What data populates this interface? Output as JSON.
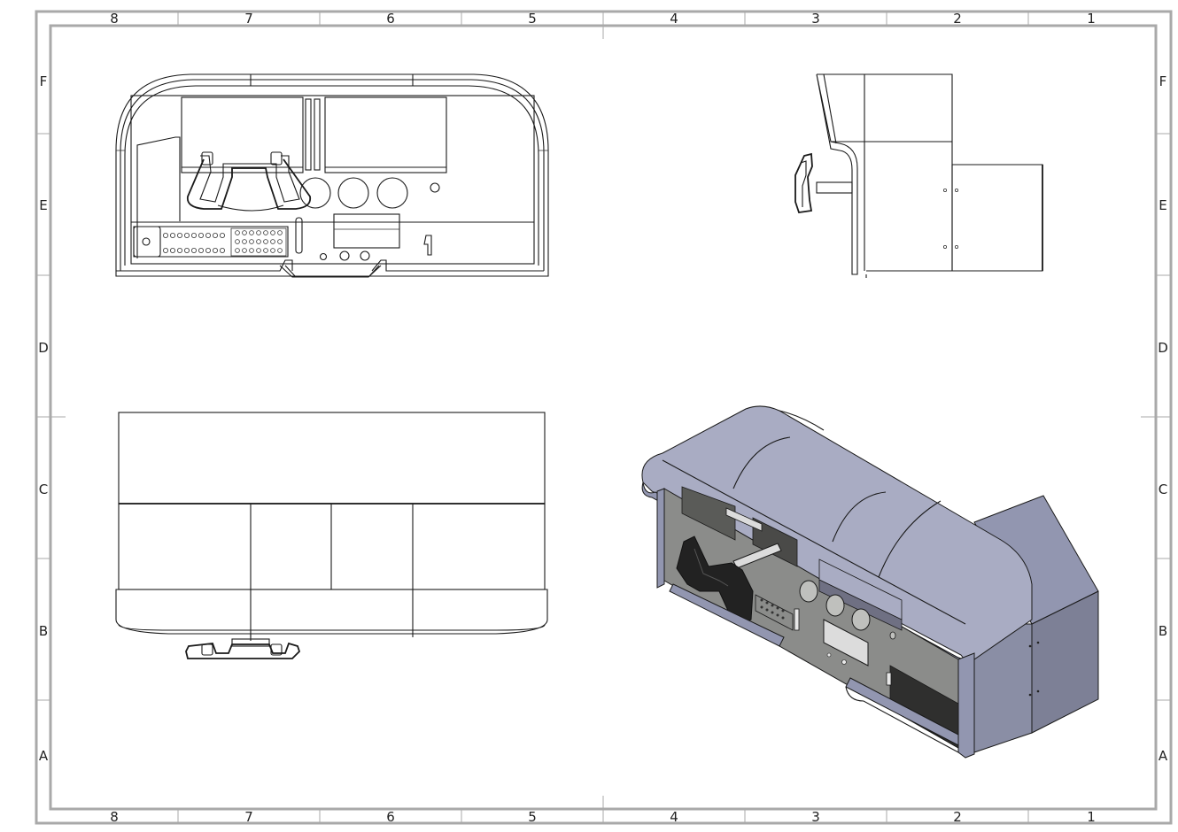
{
  "sheet": {
    "columns": [
      "8",
      "7",
      "6",
      "5",
      "4",
      "3",
      "2",
      "1"
    ],
    "rows": [
      "F",
      "E",
      "D",
      "C",
      "B",
      "A"
    ],
    "border_color": "#a9a9a9",
    "line_color": "#1a1a1a"
  },
  "views": {
    "front": "front-view",
    "right": "right-side-view",
    "top": "top-view",
    "iso": "isometric-view"
  },
  "iso_colors": {
    "face_light": "#a9acc3",
    "face_mid": "#9296b0",
    "face_dark": "#7d8096",
    "interior": "#8b8c8a",
    "deep": "#4a4a48",
    "yoke": "#222222"
  }
}
